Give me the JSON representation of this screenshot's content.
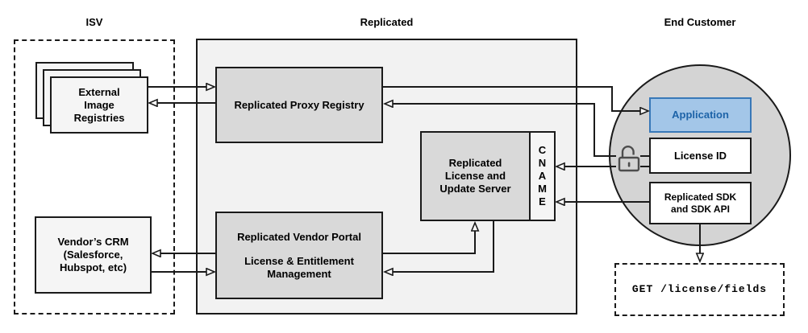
{
  "sections": {
    "isv": {
      "title": "ISV"
    },
    "replicated": {
      "title": "Replicated"
    },
    "end_customer": {
      "title": "End Customer"
    }
  },
  "nodes": {
    "external_registries": {
      "label": "External\nImage\nRegistries"
    },
    "vendors_crm": {
      "label": "Vendor’s CRM\n(Salesforce,\nHubspot, etc)"
    },
    "proxy_registry": {
      "label": "Replicated Proxy Registry"
    },
    "vendor_portal": {
      "title": "Replicated Vendor Portal",
      "subtitle": "License & Entitlement\nManagement"
    },
    "license_update_server": {
      "label": "Replicated\nLicense and\nUpdate Server",
      "tag": "CNAME"
    },
    "application": {
      "label": "Application"
    },
    "license_id": {
      "label": "License ID"
    },
    "replicated_sdk": {
      "label": "Replicated SDK\nand SDK API"
    },
    "get_license_fields": {
      "label": "GET /license/fields"
    }
  },
  "icons": {
    "unlock": "unlocked-padlock"
  },
  "colors": {
    "container_gray": "#F2F2F2",
    "node_gray": "#D9D9D9",
    "circle_gray": "#D4D4D4",
    "light_node": "#F5F5F5",
    "line": "#1A1A1A",
    "app_fill": "#A3C6E8",
    "app_border": "#3878B8",
    "app_text": "#1D63A8"
  },
  "connectors": [
    {
      "id": "registries-to-proxy",
      "from": "external_registries",
      "to": "proxy_registry"
    },
    {
      "id": "proxy-to-registries",
      "from": "proxy_registry",
      "to": "external_registries"
    },
    {
      "id": "crm-to-portal",
      "from": "vendors_crm",
      "to": "vendor_portal"
    },
    {
      "id": "portal-to-crm",
      "from": "vendor_portal",
      "to": "vendors_crm"
    },
    {
      "id": "portal-to-update-server",
      "from": "vendor_portal",
      "to": "license_update_server"
    },
    {
      "id": "update-server-to-portal",
      "from": "license_update_server",
      "to": "vendor_portal"
    },
    {
      "id": "proxy-to-application",
      "from": "proxy_registry",
      "to": "application"
    },
    {
      "id": "license-id-to-proxy",
      "from": "license_id",
      "to": "proxy_registry"
    },
    {
      "id": "license-id-to-cname",
      "from": "license_id",
      "to": "license_update_server"
    },
    {
      "id": "sdk-to-cname",
      "from": "replicated_sdk",
      "to": "license_update_server"
    },
    {
      "id": "sdk-to-get-endpoint",
      "from": "replicated_sdk",
      "to": "get_license_fields"
    }
  ]
}
